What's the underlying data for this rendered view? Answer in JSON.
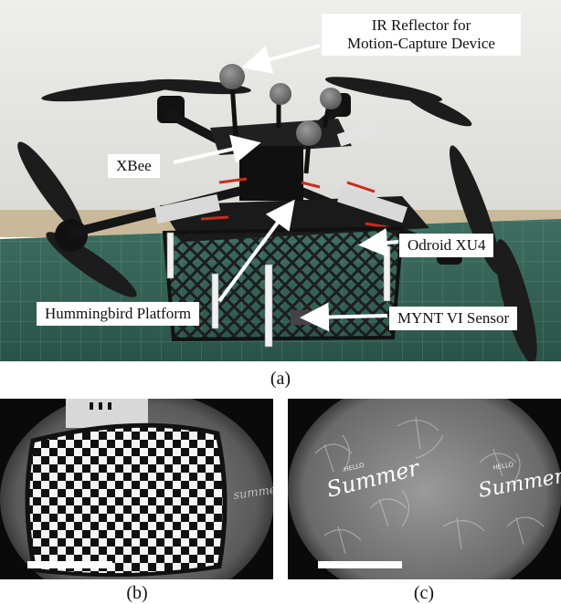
{
  "panels": {
    "a": {
      "caption": "(a)",
      "labels": {
        "ir_line1": "IR Reflector for",
        "ir_line2": "Motion-Capture Device",
        "xbee": "XBee",
        "odroid": "Odroid XU4",
        "hummingbird": "Hummingbird Platform",
        "mynt": "MYNT VI Sensor"
      }
    },
    "b": {
      "caption": "(b)"
    },
    "c": {
      "caption": "(c)",
      "text1": "HELLO",
      "text2": "Summer"
    }
  }
}
